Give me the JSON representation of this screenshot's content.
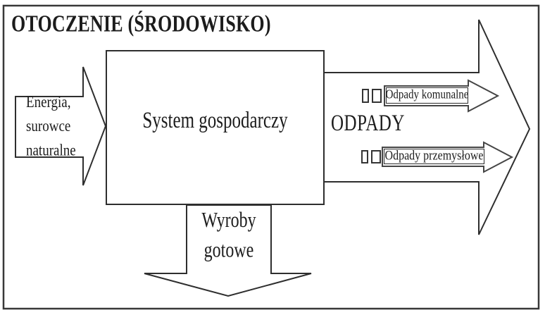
{
  "diagram": {
    "environment_label": "OTOCZENIE (ŚRODOWISKO)",
    "system_box_label": "System gospodarczy",
    "input_arrow_lines": [
      "Energia,",
      "surowce",
      "naturalne"
    ],
    "waste_group_label": "ODPADY",
    "waste_streams": [
      {
        "label": "Odpady komunalne"
      },
      {
        "label": "Odpady przemysłowe"
      }
    ],
    "output_arrow_lines": [
      "Wyroby",
      "gotowe"
    ],
    "icons": {
      "glyph_placeholder": "missing-glyph-box",
      "glyph_placeholder_char": "□"
    },
    "colors": {
      "line": "#2e2e2e",
      "background": "#ffffff",
      "text": "#1c1c1c"
    }
  }
}
